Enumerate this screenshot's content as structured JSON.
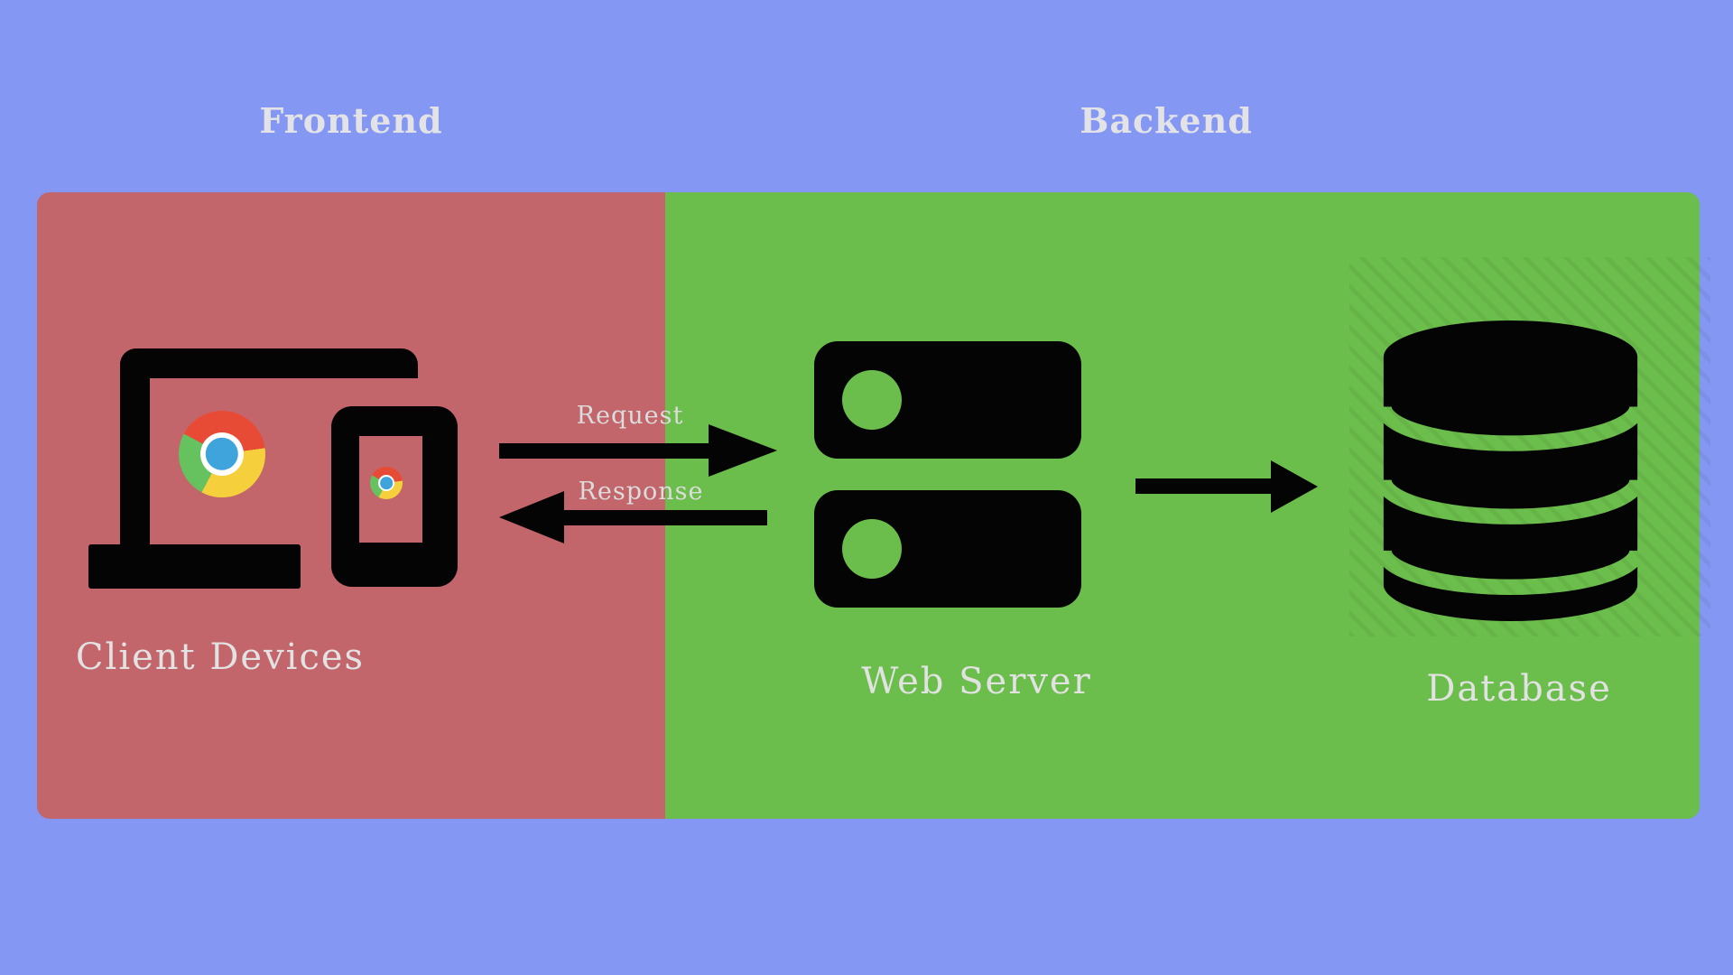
{
  "diagram": {
    "sections": [
      {
        "id": "frontend",
        "label": "Frontend",
        "panel_color": "#C2666B"
      },
      {
        "id": "backend",
        "label": "Backend",
        "panel_color": "#6CBE4C"
      }
    ],
    "nodes": [
      {
        "id": "client-devices",
        "label": "Client Devices",
        "section": "frontend",
        "icon": "laptop-and-smartphone-chrome"
      },
      {
        "id": "web-server",
        "label": "Web Server",
        "section": "backend",
        "icon": "server-stack"
      },
      {
        "id": "database",
        "label": "Database",
        "section": "backend",
        "icon": "database-cylinder"
      }
    ],
    "arrows": [
      {
        "id": "request",
        "label": "Request",
        "from": "client-devices",
        "to": "web-server",
        "direction": "right"
      },
      {
        "id": "response",
        "label": "Response",
        "from": "web-server",
        "to": "client-devices",
        "direction": "left"
      },
      {
        "id": "server-to-database",
        "label": "",
        "from": "web-server",
        "to": "database",
        "direction": "right"
      }
    ],
    "colors": {
      "background": "#8498F3",
      "frontend_panel": "#C2666B",
      "backend_panel": "#6CBE4C",
      "icon_black": "#040404",
      "label_text": "#E2E2E2",
      "chrome_red": "#E84B35",
      "chrome_yellow": "#F5D03C",
      "chrome_green": "#66C15F",
      "chrome_blue": "#3FA4DC",
      "chrome_ring": "#FFFFFF"
    }
  }
}
